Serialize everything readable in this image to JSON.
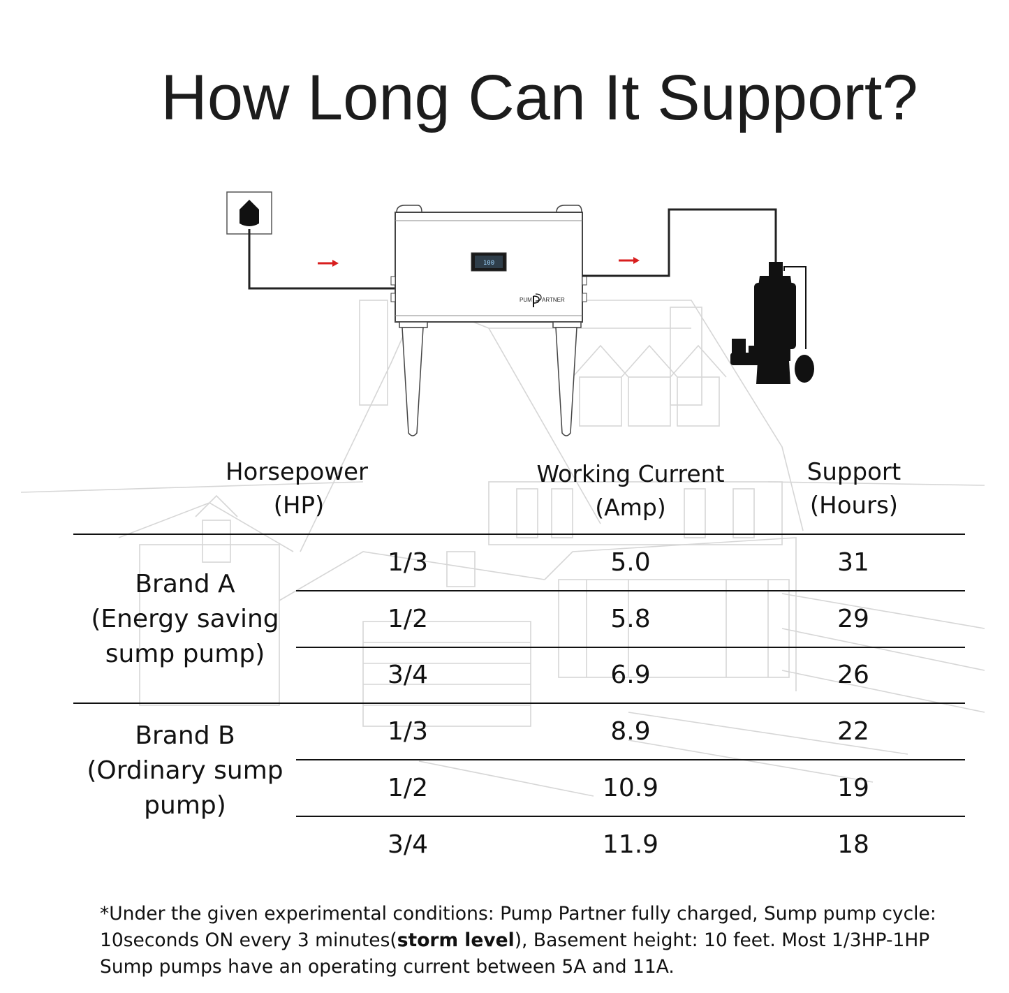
{
  "title": "How Long Can It Support?",
  "device": {
    "brand_left": "PUM",
    "brand_right": "ARTNER",
    "display": "100"
  },
  "table": {
    "headers": {
      "hp": [
        "Horsepower",
        "(HP)"
      ],
      "current": [
        "Working Current",
        "(Amp)"
      ],
      "support": [
        "Support",
        "(Hours)"
      ]
    },
    "groups": [
      {
        "brand": [
          "Brand A",
          "(Energy saving",
          "sump pump)"
        ],
        "rows": [
          {
            "hp": "1/3",
            "current": "5.0",
            "hours": "31"
          },
          {
            "hp": "1/2",
            "current": "5.8",
            "hours": "29"
          },
          {
            "hp": "3/4",
            "current": "6.9",
            "hours": "26"
          }
        ]
      },
      {
        "brand": [
          "Brand B",
          "(Ordinary sump",
          "pump)"
        ],
        "rows": [
          {
            "hp": "1/3",
            "current": "8.9",
            "hours": "22"
          },
          {
            "hp": "1/2",
            "current": "10.9",
            "hours": "19"
          },
          {
            "hp": "3/4",
            "current": "11.9",
            "hours": "18"
          }
        ]
      }
    ]
  },
  "footnote": {
    "part1": "*Under the given experimental conditions: Pump Partner fully charged, Sump pump cycle: 10seconds ON every 3 minutes(",
    "bold": "storm level",
    "part2": "), Basement height: 10 feet. Most 1/3HP-1HP Sump pumps have an operating current between 5A and 11A."
  },
  "colors": {
    "arrow": "#d81e1e",
    "text": "#111111",
    "house": "#d9d9d9"
  }
}
